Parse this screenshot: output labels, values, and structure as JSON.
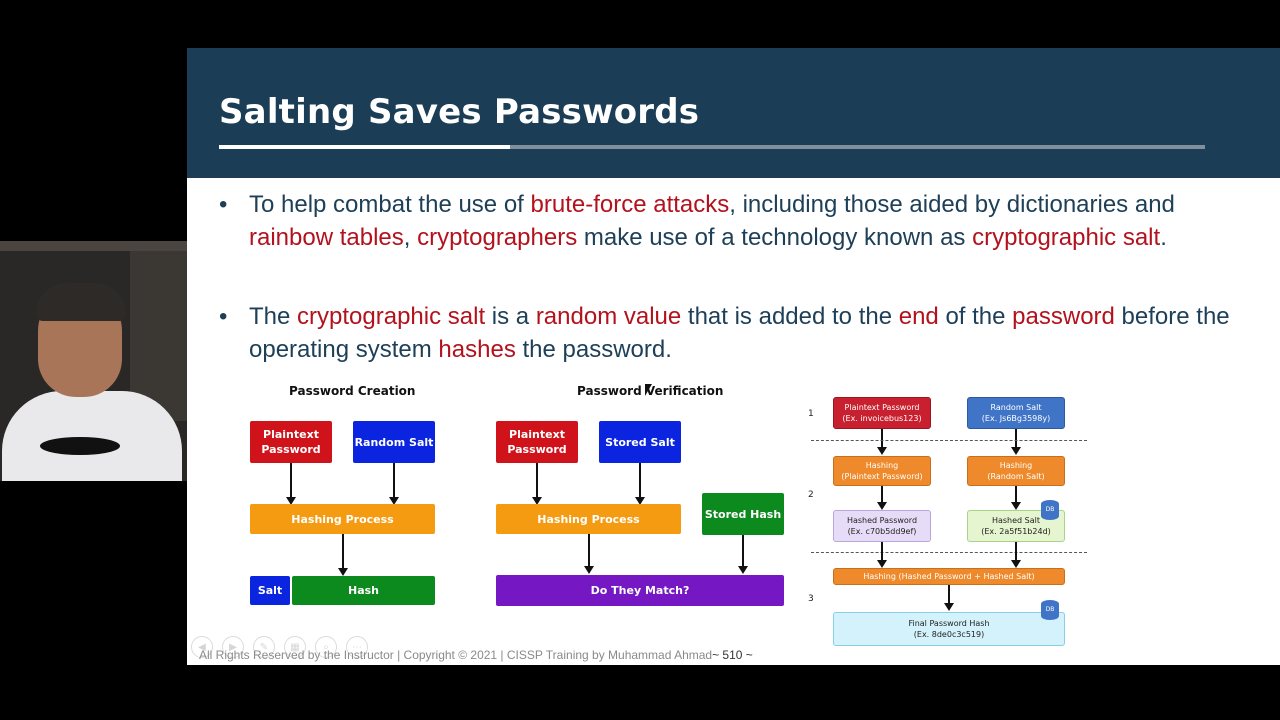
{
  "slide": {
    "title": "Salting Saves Passwords",
    "bullets": [
      {
        "parts": [
          {
            "t": "To help combat the use of ",
            "hl": false
          },
          {
            "t": "brute-force attacks",
            "hl": true
          },
          {
            "t": ", including those aided by dictionaries and ",
            "hl": false
          },
          {
            "t": "rainbow tables",
            "hl": true
          },
          {
            "t": ", ",
            "hl": false
          },
          {
            "t": "cryptographers",
            "hl": true
          },
          {
            "t": " make use of a technology known as ",
            "hl": false
          },
          {
            "t": "cryptographic salt",
            "hl": true
          },
          {
            "t": ".",
            "hl": false
          }
        ]
      },
      {
        "parts": [
          {
            "t": "The ",
            "hl": false
          },
          {
            "t": "cryptographic salt",
            "hl": true
          },
          {
            "t": " is a ",
            "hl": false
          },
          {
            "t": "random value",
            "hl": true
          },
          {
            "t": " that is added to the ",
            "hl": false
          },
          {
            "t": "end",
            "hl": true
          },
          {
            "t": " of the ",
            "hl": false
          },
          {
            "t": "password",
            "hl": true
          },
          {
            "t": " before the operating system ",
            "hl": false
          },
          {
            "t": "hashes",
            "hl": true
          },
          {
            "t": " the password.",
            "hl": false
          }
        ]
      }
    ],
    "creation": {
      "title": "Password Creation",
      "plaintext": "Plaintext Password",
      "random_salt": "Random Salt",
      "process": "Hashing Process",
      "salt": "Salt",
      "hash": "Hash"
    },
    "verification": {
      "title": "Password Verification",
      "plaintext": "Plaintext Password",
      "stored_salt": "Stored Salt",
      "process": "Hashing Process",
      "stored_hash": "Stored Hash",
      "match": "Do They Match?"
    },
    "flow": {
      "steps": [
        "1",
        "2",
        "3"
      ],
      "plaintext": "Plaintext Password\n(Ex. invoicebus123)",
      "random_salt": "Random Salt\n(Ex. Js6Bg3598y)",
      "hash_plain": "Hashing\n(Plaintext Password)",
      "hash_salt": "Hashing\n(Random Salt)",
      "hashed_password": "Hashed Password\n(Ex. c70b5dd9ef)",
      "hashed_salt": "Hashed Salt\n(Ex. 2a5f51b24d)",
      "combined": "Hashing (Hashed Password + Hashed Salt)",
      "final": "Final Password Hash\n(Ex. 8de0c3c519)",
      "db_label": "DB"
    },
    "footer": "All Rights Reserved by the Instructor | Copyright © 2021 | CISSP Training by Muhammad Ahmad",
    "page": "~ 510 ~"
  },
  "colors": {
    "header_bg": "#1b3d55",
    "highlight": "#b3121d",
    "body_text": "#1d3f57"
  },
  "icons": [
    "player-control-icons",
    "database-icon",
    "mouse-cursor-icon"
  ]
}
